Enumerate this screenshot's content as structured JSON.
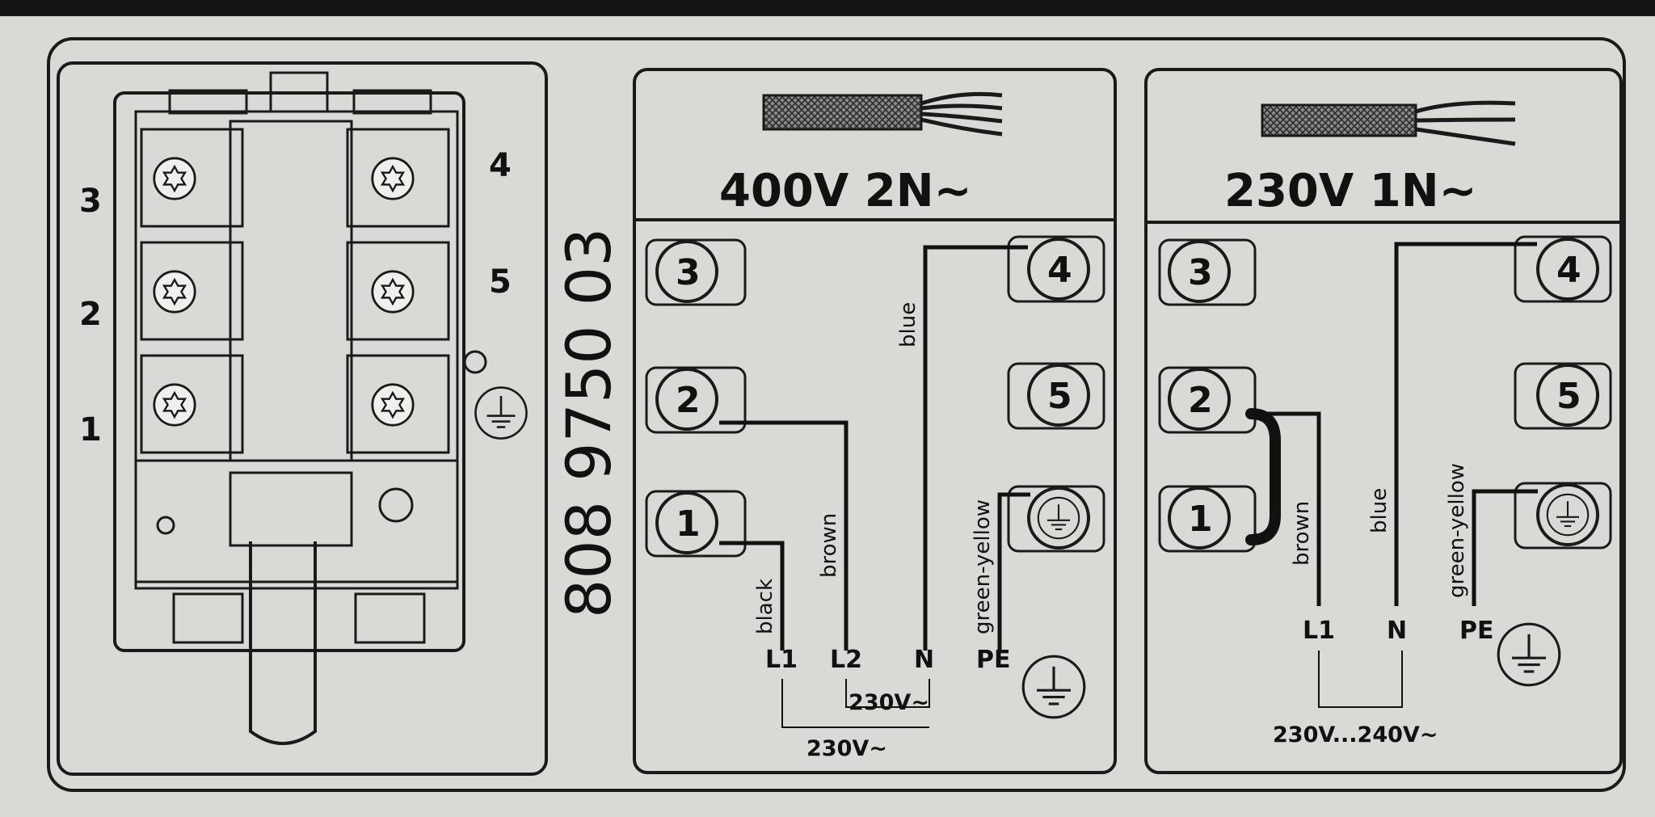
{
  "product_code": "808 9750 03",
  "block": {
    "terminal_numbers": [
      "1",
      "2",
      "3",
      "4",
      "5"
    ]
  },
  "panel_400v": {
    "header": "400V  2N∼",
    "terminals": [
      "3",
      "2",
      "1",
      "4",
      "5"
    ],
    "wire_colors": {
      "l1": "black",
      "l2": "brown",
      "n": "blue",
      "pe": "green-yellow"
    },
    "connections": {
      "l1": "L1",
      "l2": "L2",
      "n": "N",
      "pe": "PE"
    },
    "voltages": {
      "l2_n": "230V∼",
      "l1_n": "230V∼"
    }
  },
  "panel_230v": {
    "header": "230V  1N∼",
    "terminals": [
      "3",
      "2",
      "1",
      "4",
      "5"
    ],
    "wire_colors": {
      "l1": "brown",
      "n": "blue",
      "pe": "green-yellow"
    },
    "connections": {
      "l1": "L1",
      "n": "N",
      "pe": "PE"
    },
    "voltages": {
      "l1_n": "230V...240V∼"
    }
  },
  "icons": [
    "earth-ground-icon",
    "cable-icon",
    "star-screw-icon"
  ]
}
